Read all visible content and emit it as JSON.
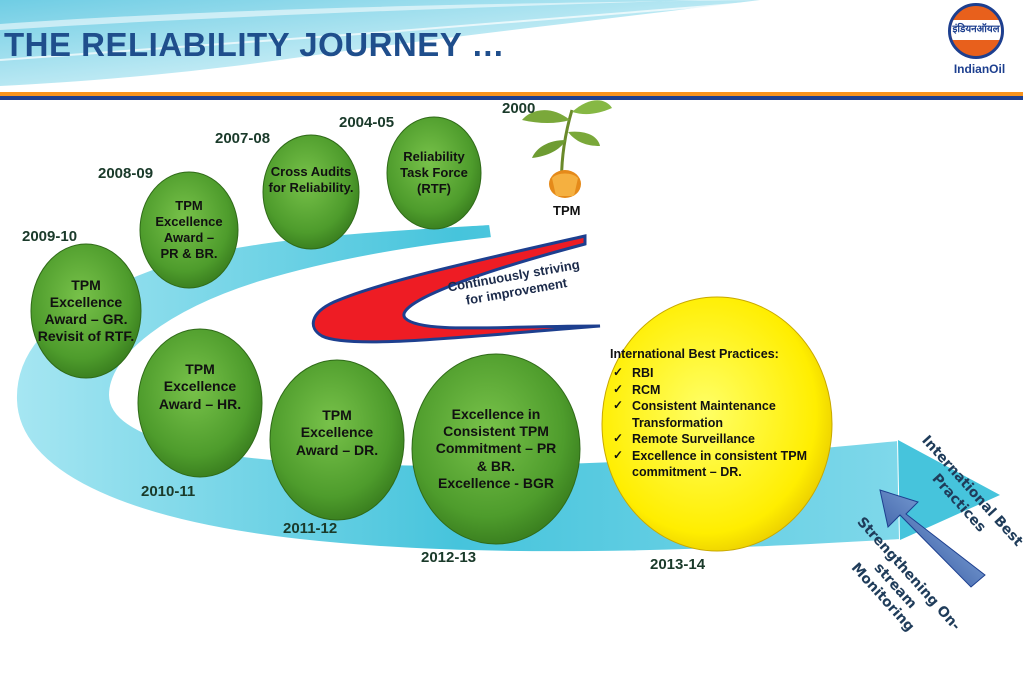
{
  "title": "THE RELIABILITY JOURNEY …",
  "logo": {
    "emblem_text": "इंडियनऑयल",
    "name": "IndianOil"
  },
  "colors": {
    "title": "#1f4e8c",
    "header_teal": "#7fd3e6",
    "divider_orange": "#f7931d",
    "divider_blue": "#1d3f8f",
    "path_cyan": "#46c4dc",
    "milestone_green": "#4e9c2c",
    "highlight_yellow": "#ffee00",
    "swoosh_red": "#ee1c24",
    "swoosh_blue": "#1d3f8f"
  },
  "start": {
    "year": "2000",
    "label": "TPM",
    "icon": "sapling-icon"
  },
  "milestones": [
    {
      "year": "2004-05",
      "text": "Reliability\nTask Force\n(RTF)"
    },
    {
      "year": "2007-08",
      "text": "Cross Audits\nfor Reliability."
    },
    {
      "year": "2008-09",
      "text": "TPM\nExcellence\nAward –\nPR & BR."
    },
    {
      "year": "2009-10",
      "text": "TPM\nExcellence\nAward – GR.\nRevisit of RTF."
    },
    {
      "year": "2010-11",
      "text": "TPM\nExcellence\nAward – HR."
    },
    {
      "year": "2011-12",
      "text": "TPM\nExcellence\nAward – DR."
    },
    {
      "year": "2012-13",
      "text": "Excellence in\nConsistent TPM\nCommitment – PR\n& BR.\nExcellence - BGR"
    }
  ],
  "current": {
    "year": "2013-14",
    "heading": "International Best Practices:",
    "items": [
      "RBI",
      "RCM",
      "Consistent Maintenance Transformation",
      "Remote Surveillance",
      "Excellence in consistent TPM commitment – DR."
    ]
  },
  "swoosh_text": "Continuously striving\nfor improvement",
  "arrow_labels": {
    "top": "International Best\nPractices",
    "bottom": "Strengthening On-\nstream\nMonitoring"
  }
}
